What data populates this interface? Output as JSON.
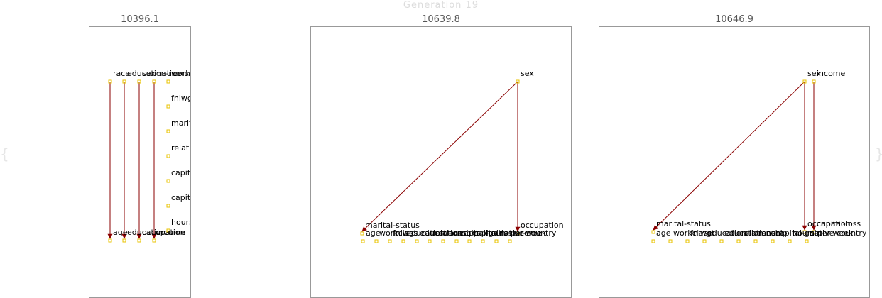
{
  "title": "Generation 19",
  "colors": {
    "node": "#e8c300",
    "edge": "#8b0000",
    "frame": "#999999",
    "score": "#555555"
  },
  "panels": [
    {
      "score": "10396.1",
      "nodes": [
        "race",
        "education-num",
        "sex",
        "native-country",
        "workclass",
        "fnlwgt",
        "marital-status",
        "relationship",
        "capital-gain",
        "capital-loss",
        "hours-per-week",
        "age",
        "education",
        "occupation",
        "income"
      ],
      "edges": [
        {
          "from": "race",
          "to": "age"
        },
        {
          "from": "education-num",
          "to": "education"
        },
        {
          "from": "sex",
          "to": "occupation"
        },
        {
          "from": "native-country",
          "to": "income"
        }
      ]
    },
    {
      "score": "10639.8",
      "nodes": [
        "sex",
        "marital-status",
        "occupation",
        "age",
        "workclass",
        "fnlwgt",
        "education",
        "education-num",
        "relationship",
        "race",
        "capital-gain",
        "capital-loss",
        "hours-per-week",
        "native-country",
        "income"
      ],
      "edges": [
        {
          "from": "sex",
          "to": "marital-status"
        },
        {
          "from": "sex",
          "to": "occupation"
        }
      ]
    },
    {
      "score": "10646.9",
      "nodes": [
        "sex",
        "income",
        "marital-status",
        "occupation",
        "capital-loss",
        "age",
        "workclass",
        "fnlwgt",
        "education",
        "education-num",
        "relationship",
        "race",
        "capital-gain",
        "hours-per-week",
        "native-country"
      ],
      "edges": [
        {
          "from": "sex",
          "to": "marital-status"
        },
        {
          "from": "sex",
          "to": "occupation"
        },
        {
          "from": "income",
          "to": "capital-loss"
        }
      ]
    }
  ]
}
